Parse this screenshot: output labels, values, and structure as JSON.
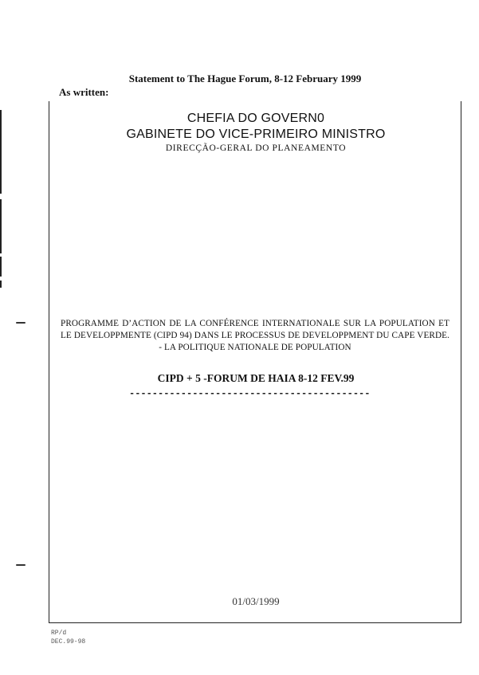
{
  "header": {
    "title": "Statement to The Hague Forum, 8-12 February 1999",
    "as_written": "As written:"
  },
  "letterhead": {
    "line1": "CHEFIA DO GOVERN0",
    "line2": "GABINETE DO VICE-PRIMEIRO MINISTRO",
    "line3": "DIRECÇÃO-GERAL DO PLANEAMENTO"
  },
  "programme": "PROGRAMME D’ACTION DE LA CONFÉRENCE INTERNATIONALE SUR LA POPULATION ET LE DEVELOPPMENTE (CIPD 94) DANS LE PROCESSUS DE DEVELOPPMENT DU CAPE VERDE. - LA POLITIQUE NATIONALE DE POPULATION",
  "forum": "CIPD + 5 -FORUM DE HAIA 8-12 FEV.99",
  "separator": "------------------------------------------",
  "date": "01/03/1999",
  "footer": {
    "line1": "RP/d",
    "line2": "DEC.99-98"
  }
}
